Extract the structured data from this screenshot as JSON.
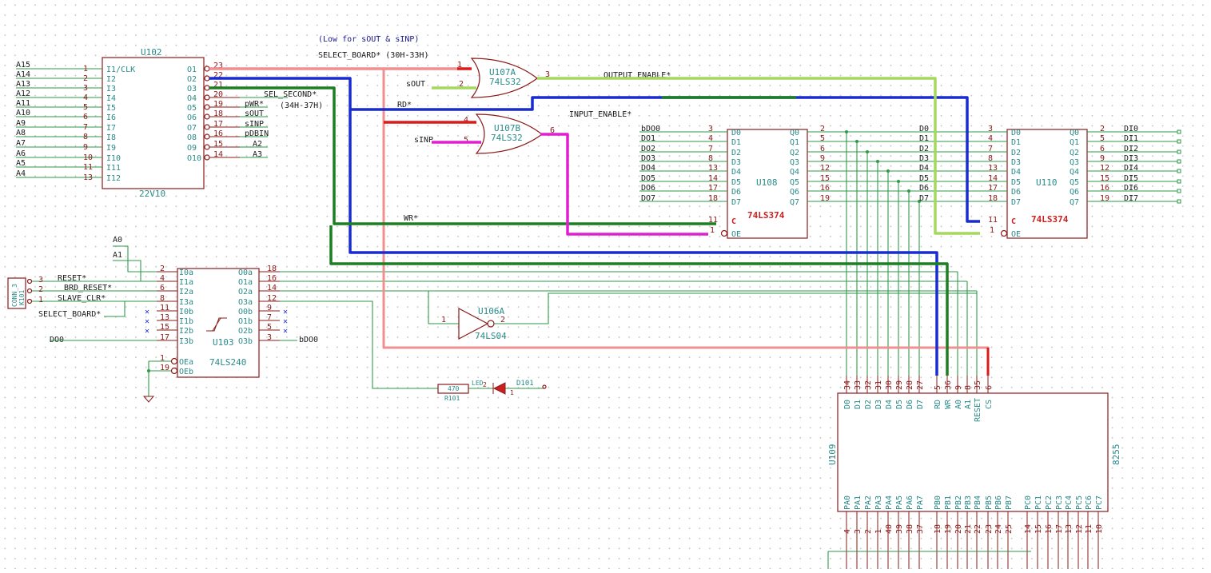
{
  "notes": {
    "low_note": "(Low for sOUT & sINP)",
    "select_board_range": "SELECT_BOARD* (30H-33H)",
    "sel_second_range": "(34H-37H)"
  },
  "u102": {
    "ref": "U102",
    "value": "22V10",
    "inputs": [
      {
        "net": "A15",
        "pin": "1",
        "name": "I1/CLK"
      },
      {
        "net": "A14",
        "pin": "2",
        "name": "I2"
      },
      {
        "net": "A13",
        "pin": "3",
        "name": "I3"
      },
      {
        "net": "A12",
        "pin": "4",
        "name": "I4"
      },
      {
        "net": "A11",
        "pin": "5",
        "name": "I5"
      },
      {
        "net": "A10",
        "pin": "6",
        "name": "I6"
      },
      {
        "net": "A9",
        "pin": "7",
        "name": "I7"
      },
      {
        "net": "A8",
        "pin": "8",
        "name": "I8"
      },
      {
        "net": "A7",
        "pin": "9",
        "name": "I9"
      },
      {
        "net": "A6",
        "pin": "10",
        "name": "I10"
      },
      {
        "net": "A5",
        "pin": "11",
        "name": "I11"
      },
      {
        "net": "A4",
        "pin": "13",
        "name": "I12"
      }
    ],
    "outputs": [
      {
        "name": "O1",
        "pin": "23",
        "net": ""
      },
      {
        "name": "O2",
        "pin": "22",
        "net": ""
      },
      {
        "name": "O3",
        "pin": "21",
        "net": ""
      },
      {
        "name": "O4",
        "pin": "20",
        "net": "SEL_SECOND*"
      },
      {
        "name": "O5",
        "pin": "19",
        "net": "pWR*"
      },
      {
        "name": "O6",
        "pin": "18",
        "net": "sOUT"
      },
      {
        "name": "O7",
        "pin": "17",
        "net": "sINP"
      },
      {
        "name": "O8",
        "pin": "16",
        "net": "pDBIN"
      },
      {
        "name": "O9",
        "pin": "15",
        "net": "A2"
      },
      {
        "name": "O10",
        "pin": "14",
        "net": "A3"
      }
    ]
  },
  "u107a": {
    "ref": "U107A",
    "value": "74LS32",
    "in1": "1",
    "in2": "2",
    "out": "3",
    "in2_net": "sOUT"
  },
  "u107b": {
    "ref": "U107B",
    "value": "74LS32",
    "in1": "4",
    "in2": "5",
    "out": "6",
    "in2_net": "sINP"
  },
  "nets": {
    "output_enable": "OUTPUT_ENABLE*",
    "input_enable": "INPUT_ENABLE*",
    "rd": "RD*",
    "wr": "WR*"
  },
  "u108": {
    "ref": "U108",
    "value": "74LS374",
    "inputs": [
      {
        "net": "bDO0",
        "pin": "3",
        "name": "D0"
      },
      {
        "net": "DO1",
        "pin": "4",
        "name": "D1"
      },
      {
        "net": "DO2",
        "pin": "7",
        "name": "D2"
      },
      {
        "net": "DO3",
        "pin": "8",
        "name": "D3"
      },
      {
        "net": "DO4",
        "pin": "13",
        "name": "D4"
      },
      {
        "net": "DO5",
        "pin": "14",
        "name": "D5"
      },
      {
        "net": "DO6",
        "pin": "17",
        "name": "D6"
      },
      {
        "net": "DO7",
        "pin": "18",
        "name": "D7"
      }
    ],
    "outputs": [
      {
        "name": "Q0",
        "pin": "2"
      },
      {
        "name": "Q1",
        "pin": "5"
      },
      {
        "name": "Q2",
        "pin": "6"
      },
      {
        "name": "Q3",
        "pin": "9"
      },
      {
        "name": "Q4",
        "pin": "12"
      },
      {
        "name": "Q5",
        "pin": "15"
      },
      {
        "name": "Q6",
        "pin": "16"
      },
      {
        "name": "Q7",
        "pin": "19"
      }
    ],
    "clk_pin": "11",
    "clk_name": "C",
    "oe_pin": "1",
    "oe_name": "OE"
  },
  "u110": {
    "ref": "U110",
    "value": "74LS374",
    "inputs": [
      {
        "net": "D0",
        "pin": "3",
        "name": "D0"
      },
      {
        "net": "D1",
        "pin": "4",
        "name": "D1"
      },
      {
        "net": "D2",
        "pin": "7",
        "name": "D2"
      },
      {
        "net": "D3",
        "pin": "8",
        "name": "D3"
      },
      {
        "net": "D4",
        "pin": "13",
        "name": "D4"
      },
      {
        "net": "D5",
        "pin": "14",
        "name": "D5"
      },
      {
        "net": "D6",
        "pin": "17",
        "name": "D6"
      },
      {
        "net": "D7",
        "pin": "18",
        "name": "D7"
      }
    ],
    "outputs": [
      {
        "name": "Q0",
        "pin": "2",
        "net": "DI0"
      },
      {
        "name": "Q1",
        "pin": "5",
        "net": "DI1"
      },
      {
        "name": "Q2",
        "pin": "6",
        "net": "DI2"
      },
      {
        "name": "Q3",
        "pin": "9",
        "net": "DI3"
      },
      {
        "name": "Q4",
        "pin": "12",
        "net": "DI4"
      },
      {
        "name": "Q5",
        "pin": "15",
        "net": "DI5"
      },
      {
        "name": "Q6",
        "pin": "16",
        "net": "DI6"
      },
      {
        "name": "Q7",
        "pin": "19",
        "net": "DI7"
      }
    ],
    "clk_pin": "11",
    "clk_name": "C",
    "oe_pin": "1",
    "oe_name": "OE"
  },
  "u103": {
    "ref": "U103",
    "value": "74LS240",
    "a_nets": [
      "A0",
      "A1"
    ],
    "inputs": [
      {
        "pin": "2",
        "name": "I0a"
      },
      {
        "pin": "4",
        "name": "I1a"
      },
      {
        "pin": "6",
        "name": "I2a"
      },
      {
        "pin": "8",
        "name": "I3a"
      },
      {
        "pin": "11",
        "name": "I0b"
      },
      {
        "pin": "13",
        "name": "I1b"
      },
      {
        "pin": "15",
        "name": "I2b"
      },
      {
        "pin": "17",
        "name": "I3b"
      }
    ],
    "outputs": [
      {
        "pin": "18",
        "name": "O0a"
      },
      {
        "pin": "16",
        "name": "O1a"
      },
      {
        "pin": "14",
        "name": "O2a"
      },
      {
        "pin": "12",
        "name": "O3a"
      },
      {
        "pin": "9",
        "name": "O0b"
      },
      {
        "pin": "7",
        "name": "O1b"
      },
      {
        "pin": "5",
        "name": "O2b"
      },
      {
        "pin": "3",
        "name": "O3b"
      }
    ],
    "oe": [
      {
        "pin": "1",
        "name": "OEa"
      },
      {
        "pin": "19",
        "name": "OEb"
      }
    ],
    "in_net": "DO0",
    "out_net": "bDO0"
  },
  "conn": {
    "ref": "K101",
    "value": "CONN_3",
    "pins": [
      "3",
      "2",
      "1"
    ],
    "nets": [
      "RESET*",
      "BRD_RESET*",
      "SLAVE_CLR*"
    ],
    "select_board": "SELECT_BOARD*"
  },
  "u106a": {
    "ref": "U106A",
    "value": "74LS04",
    "in": "1",
    "out": "2"
  },
  "r101": {
    "ref": "R101",
    "value": "470"
  },
  "d101": {
    "ref": "D101",
    "value": "LED",
    "pin2": "2",
    "pin1": "1"
  },
  "u109": {
    "ref": "U109",
    "value": "8255",
    "top_pins": [
      {
        "pin": "34",
        "name": "D0"
      },
      {
        "pin": "33",
        "name": "D1"
      },
      {
        "pin": "32",
        "name": "D2"
      },
      {
        "pin": "31",
        "name": "D3"
      },
      {
        "pin": "30",
        "name": "D4"
      },
      {
        "pin": "29",
        "name": "D5"
      },
      {
        "pin": "28",
        "name": "D6"
      },
      {
        "pin": "27",
        "name": "D7"
      },
      {
        "pin": "5",
        "name": "RD"
      },
      {
        "pin": "36",
        "name": "WR"
      },
      {
        "pin": "9",
        "name": "A0"
      },
      {
        "pin": "8",
        "name": "A1"
      },
      {
        "pin": "35",
        "name": "RESET"
      },
      {
        "pin": "6",
        "name": "CS"
      }
    ],
    "bottom_pins": [
      {
        "pin": "4",
        "name": "PA0"
      },
      {
        "pin": "3",
        "name": "PA1"
      },
      {
        "pin": "2",
        "name": "PA2"
      },
      {
        "pin": "1",
        "name": "PA3"
      },
      {
        "pin": "40",
        "name": "PA4"
      },
      {
        "pin": "39",
        "name": "PA5"
      },
      {
        "pin": "38",
        "name": "PA6"
      },
      {
        "pin": "37",
        "name": "PA7"
      },
      {
        "pin": "18",
        "name": "PB0"
      },
      {
        "pin": "19",
        "name": "PB1"
      },
      {
        "pin": "20",
        "name": "PB2"
      },
      {
        "pin": "21",
        "name": "PB3"
      },
      {
        "pin": "22",
        "name": "PB4"
      },
      {
        "pin": "23",
        "name": "PB5"
      },
      {
        "pin": "24",
        "name": "PB6"
      },
      {
        "pin": "25",
        "name": "PB7"
      },
      {
        "pin": "14",
        "name": "PC0"
      },
      {
        "pin": "15",
        "name": "PC1"
      },
      {
        "pin": "16",
        "name": "PC2"
      },
      {
        "pin": "17",
        "name": "PC3"
      },
      {
        "pin": "13",
        "name": "PC4"
      },
      {
        "pin": "12",
        "name": "PC5"
      },
      {
        "pin": "11",
        "name": "PC6"
      },
      {
        "pin": "10",
        "name": "PC7"
      }
    ]
  },
  "highlight_colors": {
    "pink": "#f08f8f",
    "blue": "#1a2bd0",
    "green": "#1d7f24",
    "red": "#dd1a1a",
    "magenta": "#e020d0",
    "lightgreen": "#a6d860"
  }
}
